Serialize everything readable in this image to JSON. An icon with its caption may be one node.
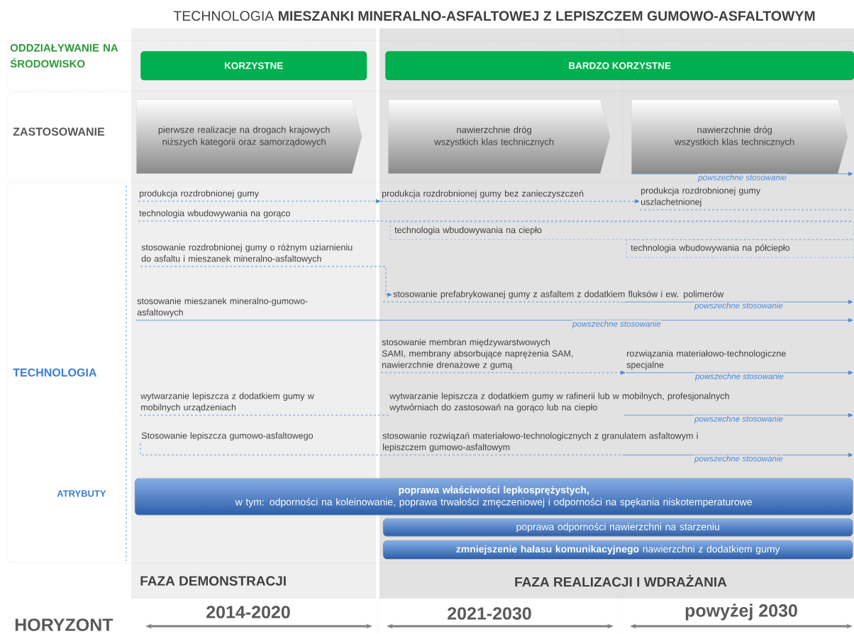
{
  "diagram": {
    "title": "TECHNOLOGIA **MIESZANKI MINERALNO-ASFALTOWEJ Z LEPISZCZEM GUMOWO-ASFALTOWYM**",
    "nodes": [
      {
        "text": [
          "KORZYSTNE"
        ]
      },
      {
        "text": [
          "BARDZO KORZYSTNE"
        ]
      },
      {
        "text": [
          "pierwsze realizacje na drogach krajowych niższych kategorii oraz samorządowych"
        ]
      },
      {
        "text": [
          "nawierzchnie dróg wszystkich klas technicznych"
        ]
      },
      {
        "text": [
          "nawierzchnie dróg wszystkich klas technicznych"
        ]
      },
      {
        "text": [
          "produkcja rozdrobnionej gumy"
        ]
      },
      {
        "text": [
          "technologia wbudowywania na gorąco"
        ]
      },
      {
        "text": [
          "stosowanie rozdrobnionej gumy o różnym uziarnieniu do asfaltu i mieszanek mineralno-asfaltowych"
        ]
      },
      {
        "text": [
          "stosowanie mieszanek mineralno-gumowo-asfaltowych"
        ]
      },
      {
        "text": [
          "wytwarzanie lepiszcza z dodatkiem gumy w mobilnych urządzeniach"
        ]
      },
      {
        "text": [
          "Stosowanie lepiszcza gumowo-asfaltowego"
        ]
      },
      {
        "text": [
          "produkcja rozdrobnionej gumy bez zanieczyszczeń"
        ]
      },
      {
        "text": [
          "technologia wbudowywania na ciepło"
        ]
      },
      {
        "text": [
          "stosowanie prefabrykowanej gumy  z asfaltem z dodatkiem fluksów i ew. polimerów"
        ]
      },
      {
        "text": [
          "stosowanie membran międzywarstwowych SAMI, membrany absorbujące naprężenia SAM, nawierzchnie drenażowe z gumą"
        ]
      },
      {
        "text": [
          "wytwarzanie lepiszcza z dodatkiem gumy w rafinerii lub w mobilnych, profesjonalnych wytwórniach do zastosowań na gorąco lub na ciepło"
        ]
      },
      {
        "text": [
          "stosowanie rozwiązań materiałowo-technologicznych z  granulatem asfaltowym i lepiszczem gumowo-asfaltowym"
        ]
      },
      {
        "text": [
          "produkcja rozdrobnionej gumy uszlachetnionej"
        ]
      },
      {
        "text": [
          "technologia wbudowywania na półciepło"
        ]
      },
      {
        "text": [
          "rozwiązania materiałowo-technologiczne specjalne"
        ]
      },
      {
        "text": [
          "poprawa właściwości lepkosprężystych,",
          "w tym: odporności na koleinowanie, poprawa trwałości zmęczeniowej i odporności na spękania niskotemperaturowe"
        ]
      },
      {
        "text": [
          "poprawa odporności nawierzchni na starzeniu"
        ]
      },
      {
        "text": [
          "**zmniejszenie hałasu komunikacyjnego** nawierzchni z dodatkiem gumy"
        ]
      }
    ],
    "edges": [
      {
        "from": 5,
        "to": 11,
        "arrow": "to",
        "style": "dashed"
      },
      {
        "from": 11,
        "to": 17,
        "arrow": "to",
        "style": "dashed"
      },
      {
        "from": 7,
        "to": 13,
        "arrow": "to",
        "style": "dashed"
      },
      {
        "from": 14,
        "to": 19,
        "arrow": "to",
        "style": "dashed"
      },
      {
        "from": 4,
        "to": null,
        "arrow": "to",
        "label": "powszechne stosowanie"
      },
      {
        "from": 13,
        "to": null,
        "arrow": "to",
        "label": "powszechne stosowanie"
      },
      {
        "from": 8,
        "to": null,
        "arrow": "to",
        "label": "powszechne stosowanie"
      },
      {
        "from": 19,
        "to": null,
        "arrow": "to",
        "label": "powszechne stosowanie"
      },
      {
        "from": 15,
        "to": null,
        "arrow": "to",
        "label": "powszechne stosowanie"
      },
      {
        "from": 16,
        "to": null,
        "arrow": "to",
        "label": "powszechne stosowanie"
      },
      {
        "from": 9,
        "to": 15,
        "arrow": "none",
        "style": "dashed"
      },
      {
        "from": 10,
        "to": 16,
        "arrow": "none",
        "style": "dashed"
      },
      {
        "from": 17,
        "to": null,
        "arrow": "none",
        "style": "dashed"
      },
      {
        "from": 6,
        "to": 12,
        "arrow": "none",
        "style": "dashed"
      }
    ],
    "labels": [
      "ODDZIAŁYWANIE NA ŚRODOWISKO",
      "ZASTOSOWANIE",
      "TECHNOLOGIA",
      "ATRYBUTY",
      "FAZA DEMONSTRACJI",
      "FAZA REALIZACJI I WDRAŻANIA",
      "HORYZONT",
      "2014-2020",
      "2021-2030",
      "powyżej 2030"
    ]
  }
}
